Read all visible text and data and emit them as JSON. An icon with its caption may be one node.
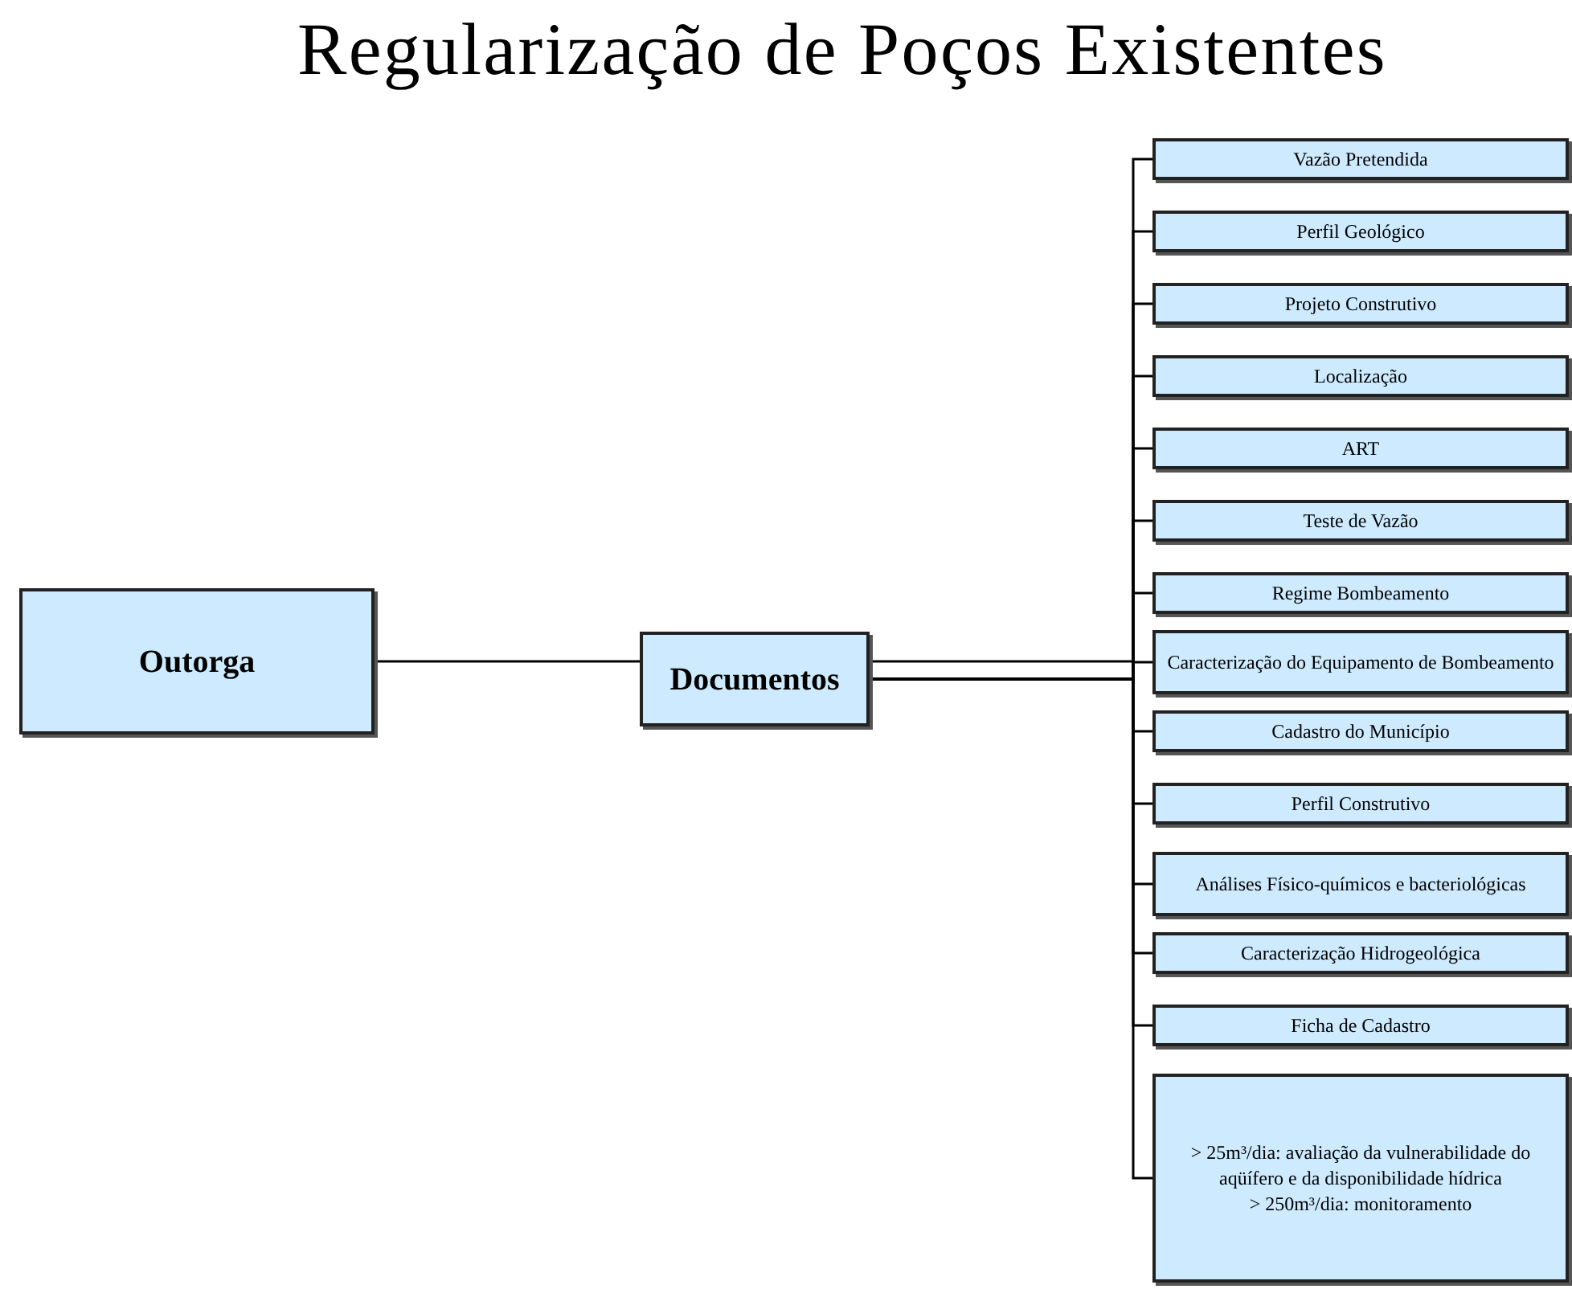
{
  "diagram": {
    "title": "Regularização de Poços Existentes",
    "nodes": [
      {
        "text": [
          "Outorga"
        ]
      },
      {
        "text": [
          "Documentos"
        ]
      },
      {
        "text": [
          "Vazão Pretendida"
        ]
      },
      {
        "text": [
          "Perfil Geológico"
        ]
      },
      {
        "text": [
          "Projeto Construtivo"
        ]
      },
      {
        "text": [
          "Localização"
        ]
      },
      {
        "text": [
          "ART"
        ]
      },
      {
        "text": [
          "Teste de Vazão"
        ]
      },
      {
        "text": [
          "Regime Bombeamento"
        ]
      },
      {
        "text": [
          "Caracterização do Equipamento de Bombeamento"
        ]
      },
      {
        "text": [
          "Cadastro do Município"
        ]
      },
      {
        "text": [
          "Perfil Construtivo"
        ]
      },
      {
        "text": [
          "Análises Físico-químicos e bacteriológicas"
        ]
      },
      {
        "text": [
          "Caracterização Hidrogeológica"
        ]
      },
      {
        "text": [
          "Ficha de Cadastro"
        ]
      },
      {
        "text": [
          "> 25m³/dia: avaliação da vulnerabilidade do aqüífero e da disponibilidade hídrica",
          "> 250m³/dia: monitoramento"
        ]
      }
    ],
    "edges": [
      {
        "from": 0,
        "to": 1,
        "arrow": "none"
      },
      {
        "from": 1,
        "to": 2,
        "arrow": "none"
      },
      {
        "from": 1,
        "to": 3,
        "arrow": "none"
      },
      {
        "from": 1,
        "to": 4,
        "arrow": "none"
      },
      {
        "from": 1,
        "to": 5,
        "arrow": "none"
      },
      {
        "from": 1,
        "to": 6,
        "arrow": "none"
      },
      {
        "from": 1,
        "to": 7,
        "arrow": "none"
      },
      {
        "from": 1,
        "to": 8,
        "arrow": "none"
      },
      {
        "from": 1,
        "to": 9,
        "arrow": "none"
      },
      {
        "from": 1,
        "to": 10,
        "arrow": "none"
      },
      {
        "from": 1,
        "to": 11,
        "arrow": "none"
      },
      {
        "from": 1,
        "to": 12,
        "arrow": "none"
      },
      {
        "from": 1,
        "to": 13,
        "arrow": "none"
      },
      {
        "from": 1,
        "to": 14,
        "arrow": "none"
      },
      {
        "from": 1,
        "to": 15,
        "arrow": "none"
      }
    ]
  }
}
